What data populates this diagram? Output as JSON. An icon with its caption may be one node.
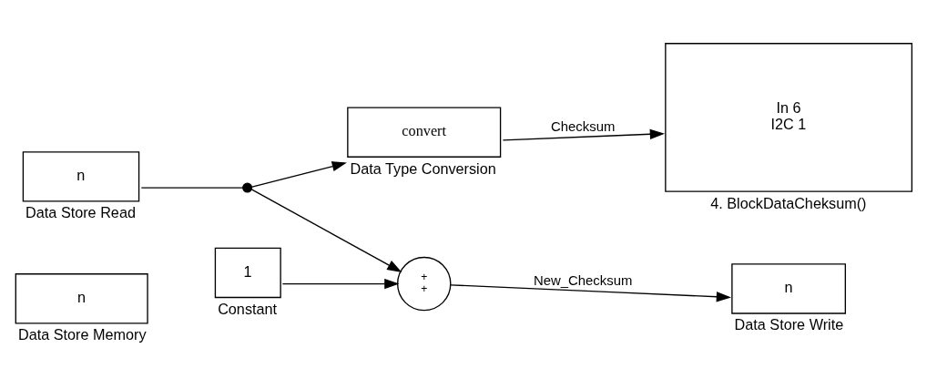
{
  "diagram": {
    "nodes": [
      {
        "text": [
          "n"
        ],
        "beside": [
          "Data Store Memory"
        ]
      },
      {
        "text": [
          "n"
        ],
        "beside": [
          "Data Store Read"
        ]
      },
      {
        "text": [],
        "shape": "dot"
      },
      {
        "text": [
          "+",
          "+"
        ]
      },
      {
        "text": [
          "1"
        ],
        "beside": [
          "Constant"
        ]
      },
      {
        "text": [
          "convert"
        ],
        "beside": [
          "Data Type Conversion"
        ]
      },
      {
        "text": [
          "n"
        ],
        "beside": [
          "Data Store Write"
        ]
      },
      {
        "text": [
          "In 6",
          "I2C 1"
        ],
        "beside": [
          "4. BlockDataCheksum()"
        ]
      }
    ],
    "edges": [
      {
        "from": 1,
        "to": 2,
        "arrow": "none"
      },
      {
        "from": 2,
        "to": 3,
        "arrow": "to"
      },
      {
        "from": 2,
        "to": 5,
        "arrow": "to"
      },
      {
        "from": 4,
        "to": 3,
        "arrow": "to"
      },
      {
        "from": 3,
        "to": 6,
        "arrow": "to",
        "label": "New_Checksum"
      },
      {
        "from": 5,
        "to": 7,
        "arrow": "to",
        "label": "Checksum"
      }
    ]
  }
}
